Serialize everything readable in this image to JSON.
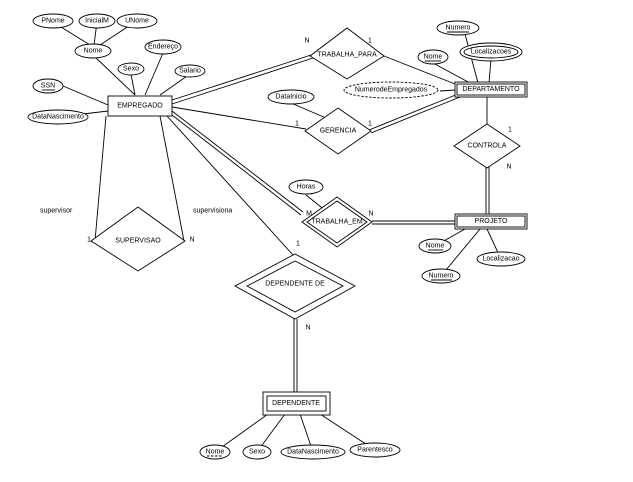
{
  "entities": {
    "empregado": "EMPREGADO",
    "departamento": "DEPARTAMENTO",
    "projeto": "PROJETO",
    "dependente": "DEPENDENTE"
  },
  "relationships": {
    "trabalha_para": "TRABALHA_PARA",
    "gerencia": "GERENCIA",
    "controla": "CONTROLA",
    "trabalha_em": "TRABALHA_EM",
    "supervisao": "SUPERVISAO",
    "dependente_de": "DEPENDENTE DE"
  },
  "attributes": {
    "pnome": "PNome",
    "inicialm": "InicialM",
    "unome": "UNome",
    "nome_emp": "Nome",
    "sexo_emp": "Sexo",
    "endereco": "Endereço",
    "salario": "Salario",
    "ssn": "SSN",
    "datanascimento_emp": "DataNascimento",
    "numero_dep": "Numero",
    "nome_dep": "Nome",
    "localizacoes": "Localizacoes",
    "numerodeempregados": "NumerodeEmpregados",
    "datainicio": "DataInicio",
    "horas": "Horas",
    "nome_proj": "Nome",
    "numero_proj": "Numero",
    "localizacao": "Localizacao",
    "nome_dpd": "Nome",
    "sexo_dpd": "Sexo",
    "datanascimento_dpd": "DataNascimento",
    "parentesco": "Parentesco"
  },
  "cardinalities": {
    "tp_n": "N",
    "tp_1": "1",
    "ger_1a": "1",
    "ger_1b": "1",
    "ctrl_1": "1",
    "ctrl_n": "N",
    "te_m": "M",
    "te_n": "N",
    "sup_1": "1",
    "sup_n": "N",
    "dd_1": "1",
    "dd_n": "N"
  },
  "roles": {
    "supervisor": "supervisor",
    "supervisiona": "supervisiona"
  }
}
